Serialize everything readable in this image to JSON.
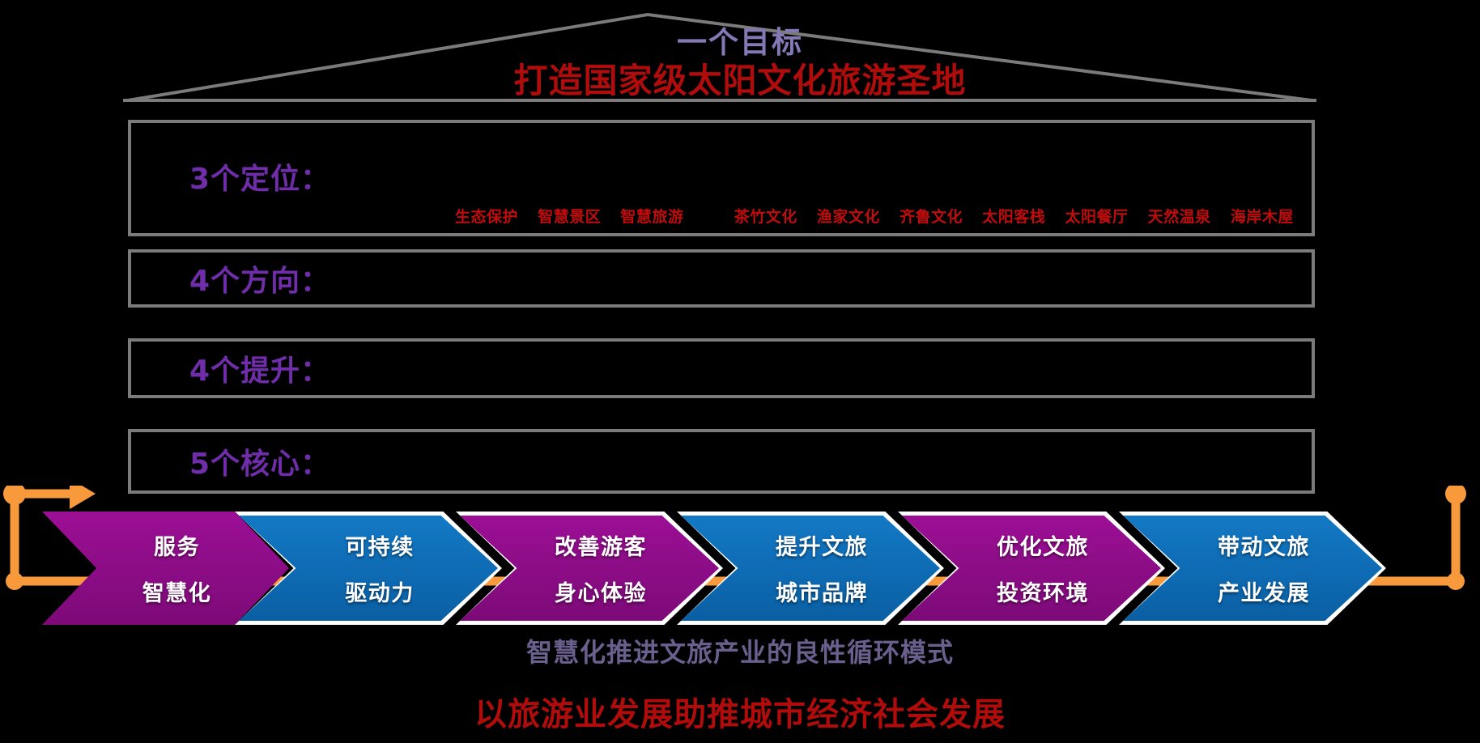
{
  "header": {
    "goal_label": "一个目标",
    "goal_title": "打造国家级太阳文化旅游圣地"
  },
  "bands": [
    {
      "label": "3个定位：",
      "tags": [
        "生态保护",
        "智慧景区",
        "智慧旅游",
        "茶竹文化",
        "渔家文化",
        "齐鲁文化",
        "太阳客栈",
        "太阳餐厅",
        "天然温泉",
        "海岸木屋"
      ]
    },
    {
      "label": "4个方向：",
      "tags": []
    },
    {
      "label": "4个提升：",
      "tags": []
    },
    {
      "label": "5个核心：",
      "tags": []
    }
  ],
  "chevrons": [
    {
      "line1": "服务",
      "line2": "智慧化",
      "color": "purple",
      "bordered": false
    },
    {
      "line1": "可持续",
      "line2": "驱动力",
      "color": "blue",
      "bordered": true
    },
    {
      "line1": "改善游客",
      "line2": "身心体验",
      "color": "purple",
      "bordered": true
    },
    {
      "line1": "提升文旅",
      "line2": "城市品牌",
      "color": "blue",
      "bordered": true
    },
    {
      "line1": "优化文旅",
      "line2": "投资环境",
      "color": "purple",
      "bordered": true
    },
    {
      "line1": "带动文旅",
      "line2": "产业发展",
      "color": "blue",
      "bordered": true
    }
  ],
  "captions": {
    "cycle": "智慧化推进文旅产业的良性循环模式",
    "slogan": "以旅游业发展助推城市经济社会发展"
  },
  "colors": {
    "roof_stroke": "#7b7b7b",
    "band_stroke": "#7b7b7b",
    "goal_label": "#8579b5",
    "red": "#b00c0c",
    "tag_red": "#c00c0c",
    "band_label": "#6f2daa",
    "purple_chevron": "#8e0d88",
    "blue_chevron": "#0f6db6",
    "loop_orange": "#f89a3c",
    "cycle_caption": "#6b5f8e"
  }
}
